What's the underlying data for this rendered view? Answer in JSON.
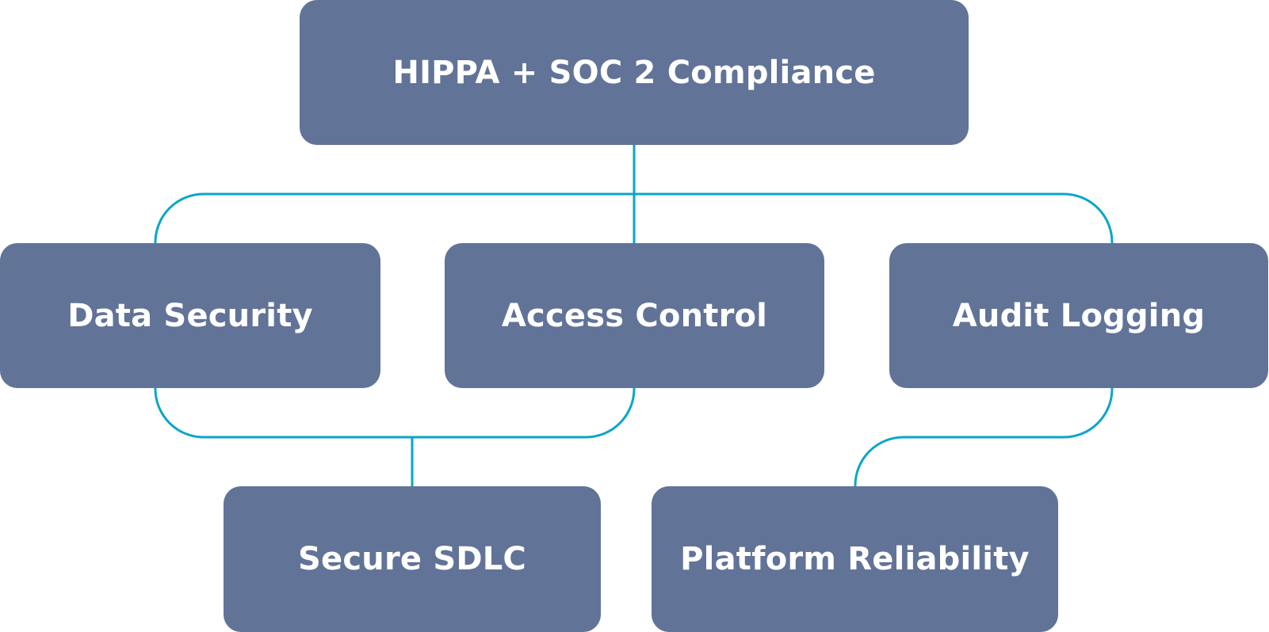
{
  "diagram": {
    "type": "hierarchy",
    "colors": {
      "node_fill": "#627398",
      "node_text": "#ffffff",
      "connector": "#0aa6c9"
    },
    "nodes": [
      {
        "id": "root",
        "label": "HIPPA + SOC 2 Compliance"
      },
      {
        "id": "data-security",
        "label": "Data Security"
      },
      {
        "id": "access-control",
        "label": "Access Control"
      },
      {
        "id": "audit-logging",
        "label": "Audit Logging"
      },
      {
        "id": "secure-sdlc",
        "label": "Secure SDLC"
      },
      {
        "id": "platform-reliability",
        "label": "Platform Reliability"
      }
    ],
    "edges": [
      {
        "from": "root",
        "to": "data-security"
      },
      {
        "from": "root",
        "to": "access-control"
      },
      {
        "from": "root",
        "to": "audit-logging"
      },
      {
        "from": "data-security",
        "to": "secure-sdlc"
      },
      {
        "from": "access-control",
        "to": "secure-sdlc"
      },
      {
        "from": "audit-logging",
        "to": "platform-reliability"
      }
    ]
  }
}
